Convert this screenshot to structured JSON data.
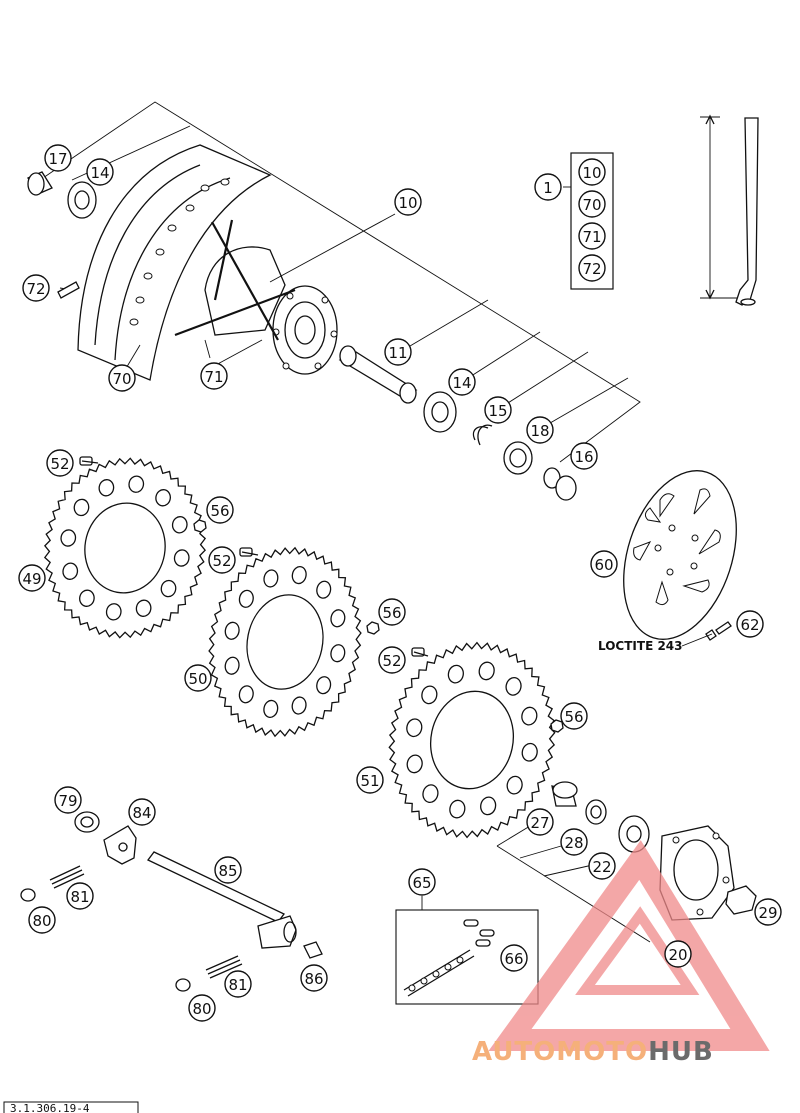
{
  "callouts": [
    {
      "id": "c17",
      "label": "17"
    },
    {
      "id": "c14a",
      "label": "14"
    },
    {
      "id": "c10",
      "label": "10"
    },
    {
      "id": "c72",
      "label": "72"
    },
    {
      "id": "c70",
      "label": "70"
    },
    {
      "id": "c71",
      "label": "71"
    },
    {
      "id": "c11",
      "label": "11"
    },
    {
      "id": "c14b",
      "label": "14"
    },
    {
      "id": "c15",
      "label": "15"
    },
    {
      "id": "c18",
      "label": "18"
    },
    {
      "id": "c16",
      "label": "16"
    },
    {
      "id": "c1",
      "label": "1"
    },
    {
      "id": "k10",
      "label": "10"
    },
    {
      "id": "k70",
      "label": "70"
    },
    {
      "id": "k71",
      "label": "71"
    },
    {
      "id": "k72",
      "label": "72"
    },
    {
      "id": "c52a",
      "label": "52"
    },
    {
      "id": "c56a",
      "label": "56"
    },
    {
      "id": "c49",
      "label": "49"
    },
    {
      "id": "c52b",
      "label": "52"
    },
    {
      "id": "c50",
      "label": "50"
    },
    {
      "id": "c56b",
      "label": "56"
    },
    {
      "id": "c52c",
      "label": "52"
    },
    {
      "id": "c56c",
      "label": "56"
    },
    {
      "id": "c51",
      "label": "51"
    },
    {
      "id": "c60",
      "label": "60"
    },
    {
      "id": "c62",
      "label": "62"
    },
    {
      "id": "c79",
      "label": "79"
    },
    {
      "id": "c84",
      "label": "84"
    },
    {
      "id": "c85",
      "label": "85"
    },
    {
      "id": "c81a",
      "label": "81"
    },
    {
      "id": "c80a",
      "label": "80"
    },
    {
      "id": "c81b",
      "label": "81"
    },
    {
      "id": "c80b",
      "label": "80"
    },
    {
      "id": "c86",
      "label": "86"
    },
    {
      "id": "c65",
      "label": "65"
    },
    {
      "id": "c66",
      "label": "66"
    },
    {
      "id": "c27",
      "label": "27"
    },
    {
      "id": "c28",
      "label": "28"
    },
    {
      "id": "c22",
      "label": "22"
    },
    {
      "id": "c20",
      "label": "20"
    },
    {
      "id": "c29",
      "label": "29"
    }
  ],
  "note": {
    "label": "LOCTITE 243"
  },
  "watermark": {
    "part1": "AUTOMOTO",
    "part2": "HUB",
    "color1": "#f5b07a",
    "color2": "#6b6b6b",
    "logo_color": "#f08a8a"
  },
  "doc_ref": "3.1.306.19-4"
}
